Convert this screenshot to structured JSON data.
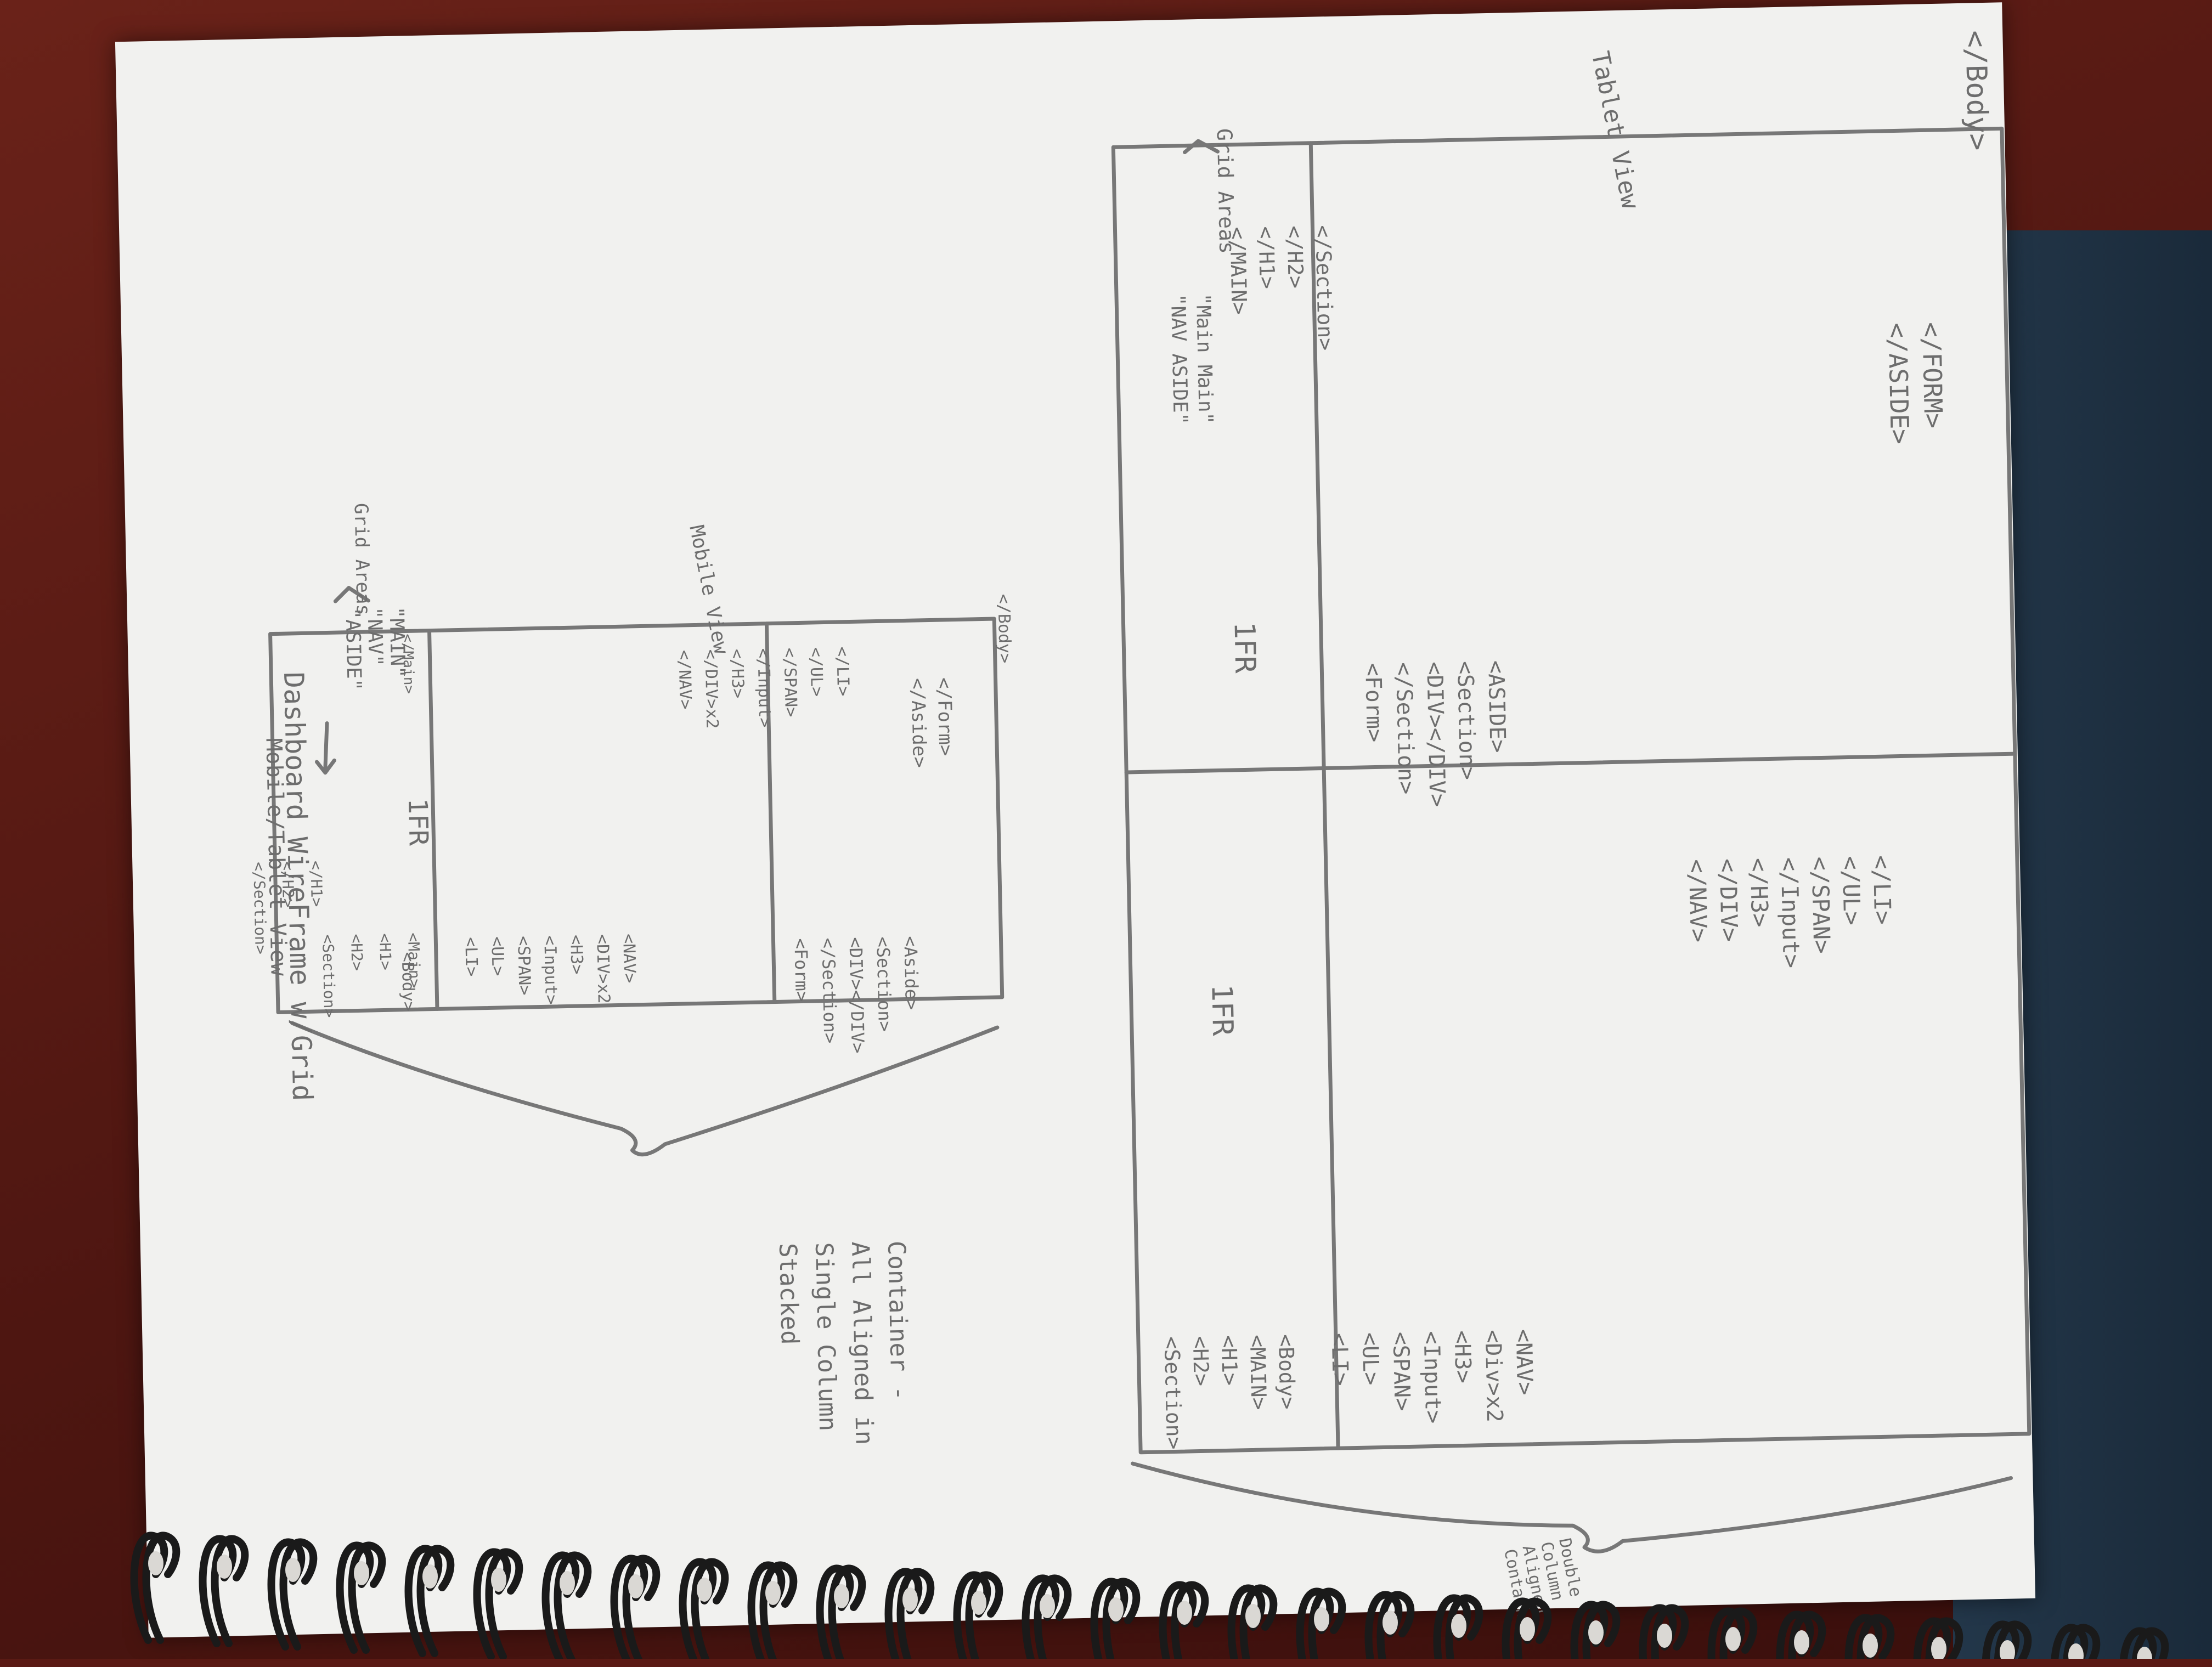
{
  "sheet": {
    "title": "Dashboard WireFrame w/Grid",
    "subtitle": "Mobile/Tablet View"
  },
  "mobile": {
    "view_label": "Mobile View",
    "column_label": "1FR",
    "grid_areas": [
      "\"MAIN\"",
      "\"NAV\"",
      "\"ASIDE\""
    ],
    "grid_areas_label": "Grid Areas",
    "body_open": "<Body>",
    "body_close": "</Body>",
    "main_open_lines": [
      "<Main>",
      "<H1>",
      "<H2>",
      "<Section>"
    ],
    "main_close_lines": [
      "</H1>",
      "</H2>",
      "</Section>"
    ],
    "main_close": "</Main>",
    "nav_open_lines": [
      "<NAV>",
      "<DIV>x2",
      "<H3>",
      "<Input>",
      "<SPAN>",
      "<UL>",
      "<LI>"
    ],
    "nav_close_lines": [
      "</LI>",
      "</UL>",
      "</SPAN>",
      "</Input>",
      "</H3>",
      "</DIV>x2",
      "</NAV>"
    ],
    "aside_open_lines": [
      "<Aside>",
      "<Section>",
      "<DIV></DIV>",
      "</Section>",
      "<Form>"
    ],
    "aside_close_lines": [
      "</Form>",
      "</Aside>"
    ],
    "container_lines": [
      "Container -",
      "All Aligned in",
      "Single Column",
      "Stacked"
    ]
  },
  "tablet": {
    "view_label": "Tablet View",
    "column_label_left": "1FR",
    "column_label_right": "1FR",
    "grid_areas": [
      "\"Main Main\"",
      "\"NAV ASIDE\""
    ],
    "grid_areas_label": "Grid Areas",
    "main_open_lines": [
      "<Body>",
      "<MAIN>",
      "<H1>",
      "<H2>",
      "<Section>"
    ],
    "main_close_lines": [
      "</Section>",
      "</H2>",
      "</H1>",
      "</MAIN>"
    ],
    "nav_open_lines": [
      "<NAV>",
      "<Div>x2",
      "<H3>",
      "<Input>",
      "<SPAN>",
      "<UL>",
      "<LI>"
    ],
    "nav_close_lines": [
      "</LI>",
      "</UL>",
      "</SPAN>",
      "</Input>",
      "</H3>",
      "</DIV>",
      "</NAV>"
    ],
    "aside_open_lines": [
      "<ASIDE>",
      "<Section>",
      "<DIV></DIV>",
      "</Section>",
      "<Form>"
    ],
    "aside_close_lines": [
      "</FORM>",
      "</ASIDE>"
    ],
    "body_close": "</Body>",
    "container_lines": [
      "Double",
      "Column",
      "Aligned",
      "Container"
    ]
  },
  "colors": {
    "pencil": "#6d6d6d",
    "paper": "#f1f1ef",
    "desk": "#5a1a14",
    "fabric": "#1f3040"
  }
}
